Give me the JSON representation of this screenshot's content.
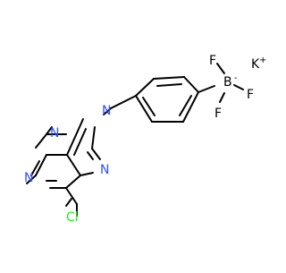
{
  "molecule": {
    "atom_labels": {
      "K": "K",
      "K_charge": "+",
      "B": "B",
      "B_charge": "-",
      "F1": "F",
      "F2": "F",
      "F3": "F",
      "N1": "N",
      "N3": "N",
      "N7": "N",
      "N9": "N",
      "Cl": "Cl"
    },
    "colors": {
      "bond": "#000000",
      "nitrogen": "#3050F8",
      "fluorine": "#90E050",
      "chlorine": "#1FF01F",
      "boron": "#FFB5B5",
      "potassium": "#8F40D4",
      "carbon": "#000000"
    }
  }
}
